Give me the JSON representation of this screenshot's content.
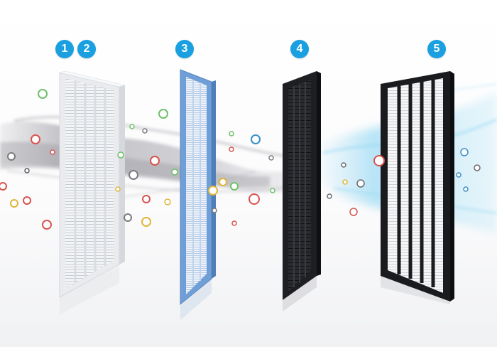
{
  "badges": {
    "b1": "1",
    "b2": "2",
    "b3": "3",
    "b4": "4",
    "b5": "5"
  },
  "colors": {
    "badge": "#1a9fe0",
    "white_filter": "#f4f5f7",
    "blue_filter_frame": "#6f9fd6",
    "black_filter": "#1e1f22",
    "clean_air": "#7fd0f0",
    "dirty_air": "#b0b0b6"
  },
  "scene": {
    "filters": [
      "white-mesh-prefilter",
      "blue-framed-hepa-filter",
      "black-carbon-filter",
      "black-framed-pleated-filter"
    ],
    "airflow": [
      "grey-polluted-air",
      "blue-clean-air"
    ]
  }
}
